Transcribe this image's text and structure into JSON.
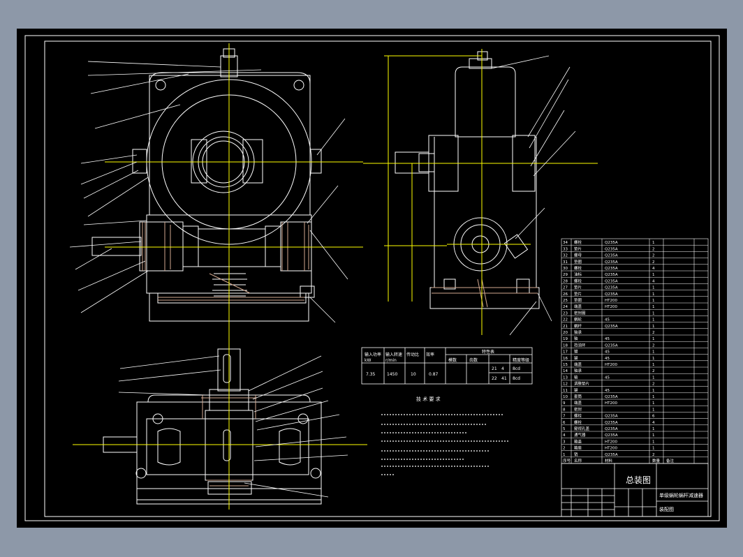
{
  "drawing": {
    "title": "总装图",
    "assembly_name": "单级蜗轮蜗杆减速器",
    "drawing_name": "装配图",
    "detail_label": "技 术 要 求",
    "param_table_title": "特性表",
    "param_headers": [
      "输入功率",
      "输入转速",
      "传动比",
      "效率"
    ],
    "param_sub_headers": [
      "kW",
      "r/min"
    ],
    "param_values": [
      "7.35",
      "1450",
      "10",
      "0.87"
    ],
    "gear_headers": [
      "模数",
      "齿数",
      "精度等级"
    ],
    "gear_rows": [
      [
        "21",
        "4",
        "8cd"
      ],
      [
        "22",
        "41",
        "8cd"
      ]
    ]
  },
  "bom": {
    "rows": [
      [
        "34",
        "螺栓",
        "Q235A",
        "1",
        ""
      ],
      [
        "33",
        "垫片",
        "Q235A",
        "2",
        ""
      ],
      [
        "32",
        "螺母",
        "Q235A",
        "2",
        ""
      ],
      [
        "31",
        "垫圈",
        "Q235A",
        "2",
        ""
      ],
      [
        "30",
        "螺栓",
        "Q235A",
        "4",
        ""
      ],
      [
        "29",
        "油标",
        "Q235A",
        "1",
        ""
      ],
      [
        "28",
        "螺栓",
        "Q235A",
        "4",
        ""
      ],
      [
        "27",
        "垫片",
        "Q235A",
        "1",
        ""
      ],
      [
        "26",
        "垫片",
        "Q235A",
        "1",
        ""
      ],
      [
        "25",
        "垫圈",
        "HT200",
        "1",
        ""
      ],
      [
        "24",
        "端盖",
        "HT200",
        "1",
        ""
      ],
      [
        "23",
        "密封圈",
        "",
        "1",
        ""
      ],
      [
        "22",
        "蜗轮",
        "45",
        "1",
        ""
      ],
      [
        "21",
        "蜗杆",
        "Q235A",
        "1",
        ""
      ],
      [
        "20",
        "轴承",
        "",
        "2",
        ""
      ],
      [
        "19",
        "轴",
        "45",
        "1",
        ""
      ],
      [
        "18",
        "挡油环",
        "Q235A",
        "2",
        ""
      ],
      [
        "17",
        "键",
        "45",
        "1",
        ""
      ],
      [
        "16",
        "键",
        "45",
        "1",
        ""
      ],
      [
        "15",
        "端盖",
        "HT200",
        "1",
        ""
      ],
      [
        "14",
        "轴承",
        "",
        "2",
        ""
      ],
      [
        "13",
        "轴",
        "45",
        "1",
        ""
      ],
      [
        "12",
        "调整垫片",
        "",
        "2",
        ""
      ],
      [
        "11",
        "键",
        "45",
        "1",
        ""
      ],
      [
        "10",
        "套筒",
        "Q235A",
        "1",
        ""
      ],
      [
        "9",
        "端盖",
        "HT200",
        "1",
        ""
      ],
      [
        "8",
        "密封",
        "",
        "1",
        ""
      ],
      [
        "7",
        "螺栓",
        "Q235A",
        "6",
        ""
      ],
      [
        "6",
        "螺栓",
        "Q235A",
        "4",
        ""
      ],
      [
        "5",
        "窥视孔盖",
        "Q235A",
        "1",
        ""
      ],
      [
        "4",
        "通气器",
        "Q235A",
        "1",
        ""
      ],
      [
        "3",
        "箱盖",
        "HT200",
        "1",
        ""
      ],
      [
        "2",
        "箱座",
        "HT200",
        "1",
        ""
      ],
      [
        "1",
        "销",
        "Q235A",
        "2",
        ""
      ]
    ],
    "header": [
      "序号",
      "名称",
      "材料",
      "数量",
      "备注"
    ]
  },
  "colors": {
    "paper": "#000000",
    "frame": "#ffffff",
    "part": "#ffffff",
    "centerline": "#ffff00",
    "leader": "#ffffff",
    "section": "#d2a88f",
    "background": "#8d98a8"
  }
}
